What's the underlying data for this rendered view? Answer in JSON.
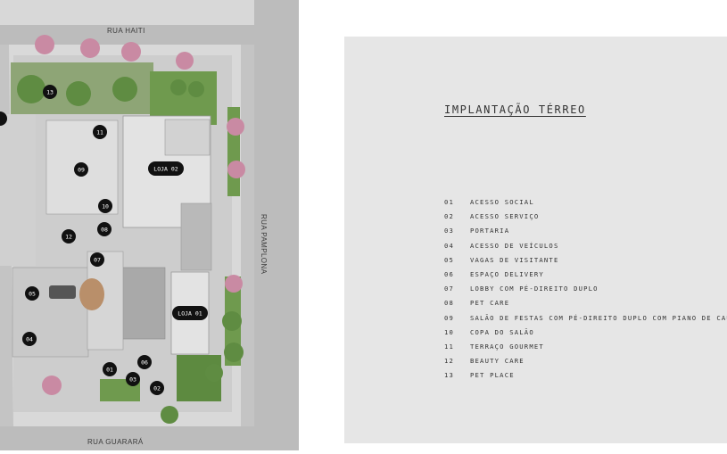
{
  "map": {
    "streets": {
      "top": "RUA HAITI",
      "right": "RUA PAMPLONA",
      "bottom": "RUA GUARARÁ"
    },
    "markers": {
      "m01": "01",
      "m02": "02",
      "m03": "03",
      "m04": "04",
      "m05": "05",
      "m06": "06",
      "m07": "07",
      "m08": "08",
      "m09": "09",
      "m10": "10",
      "m11": "11",
      "m12": "12",
      "m13": "13",
      "loja01": "LOJA 01",
      "loja02": "LOJA 02"
    }
  },
  "legend": {
    "title": "IMPLANTAÇÃO TÉRREO",
    "items": [
      {
        "num": "01",
        "label": "ACESSO SOCIAL"
      },
      {
        "num": "02",
        "label": "ACESSO SERVIÇO"
      },
      {
        "num": "03",
        "label": "PORTARIA"
      },
      {
        "num": "04",
        "label": "ACESSO DE VEÍCULOS"
      },
      {
        "num": "05",
        "label": "VAGAS DE VISITANTE"
      },
      {
        "num": "06",
        "label": "ESPAÇO DELIVERY"
      },
      {
        "num": "07",
        "label": "LOBBY COM PÉ-DIREITO DUPLO"
      },
      {
        "num": "08",
        "label": "PET CARE"
      },
      {
        "num": "09",
        "label": "SALÃO DE FESTAS COM PÉ-DIREITO DUPLO COM PIANO DE CAUDA"
      },
      {
        "num": "10",
        "label": "COPA DO SALÃO"
      },
      {
        "num": "11",
        "label": "TERRAÇO GOURMET"
      },
      {
        "num": "12",
        "label": "BEAUTY CARE"
      },
      {
        "num": "13",
        "label": "PET PLACE"
      }
    ]
  },
  "colors": {
    "street": "#bdbdbd",
    "sidewalk": "#d6d6d6",
    "building": "#cfcfcf",
    "green": "#6f9a4e",
    "tree_pink": "#c98aa3",
    "marker": "#111111",
    "panel": "#e6e6e6"
  }
}
